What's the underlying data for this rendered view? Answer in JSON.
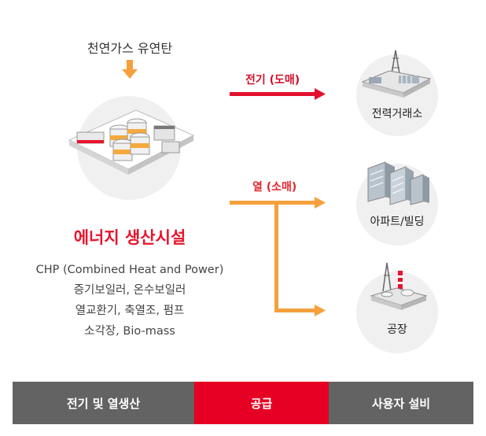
{
  "fuel_label": "천연가스 유연탄",
  "facility": {
    "title": "에너지 생산시설",
    "items": [
      "CHP (Combined Heat and Power)",
      "증기보일러, 온수보일러",
      "열교환기, 축열조, 펌프",
      "소각장, Bio-mass"
    ]
  },
  "flows": {
    "electricity_label": "전기 (도매)",
    "heat_label": "열 (소매)"
  },
  "destinations": {
    "power_exchange": "전력거래소",
    "apartment": "아파트/빌딩",
    "factory": "공장"
  },
  "tabs": [
    "전기 및 열생산",
    "공급",
    "사용자 설비"
  ],
  "colors": {
    "red_arrow": "#e3112d",
    "orange_arrow": "#f5a03c",
    "gray_tab": "#636363",
    "red_tab": "#e60023",
    "circle_bg": "#f0f0f0"
  }
}
